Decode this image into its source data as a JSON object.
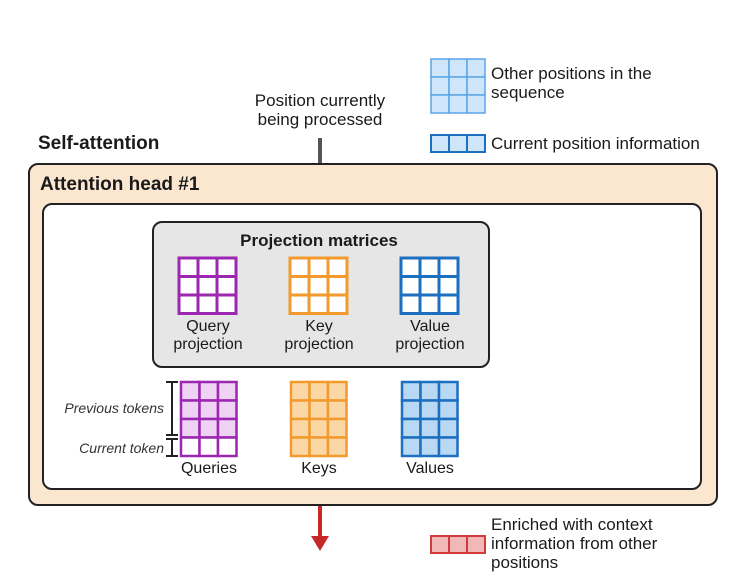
{
  "legend": {
    "other_positions": "Other positions in the sequence",
    "current_position": "Current position information",
    "enriched": "Enriched with context information from other positions"
  },
  "top_label": "Position currently being processed",
  "self_attention_title": "Self-attention",
  "attention_head_title": "Attention head #1",
  "projection": {
    "title": "Projection matrices",
    "query": "Query projection",
    "key": "Key projection",
    "value": "Value projection"
  },
  "outputs": {
    "queries": "Queries",
    "keys": "Keys",
    "values": "Values",
    "previous_tokens": "Previous tokens",
    "current_token": "Current token"
  },
  "colors": {
    "purple": "#9c27b0",
    "purple_light": "#efd3f5",
    "orange": "#f29a2e",
    "orange_light": "#fcd7a6",
    "blue": "#1d6fbf",
    "blue_light": "#b9d8f3",
    "legend_blue_light": "#cfe5fa",
    "legend_blue_border": "#5aa6e6",
    "red": "#d23b3b",
    "red_light": "#f2b8b8",
    "gray_arrow": "#555555",
    "red_arrow": "#c62828"
  }
}
